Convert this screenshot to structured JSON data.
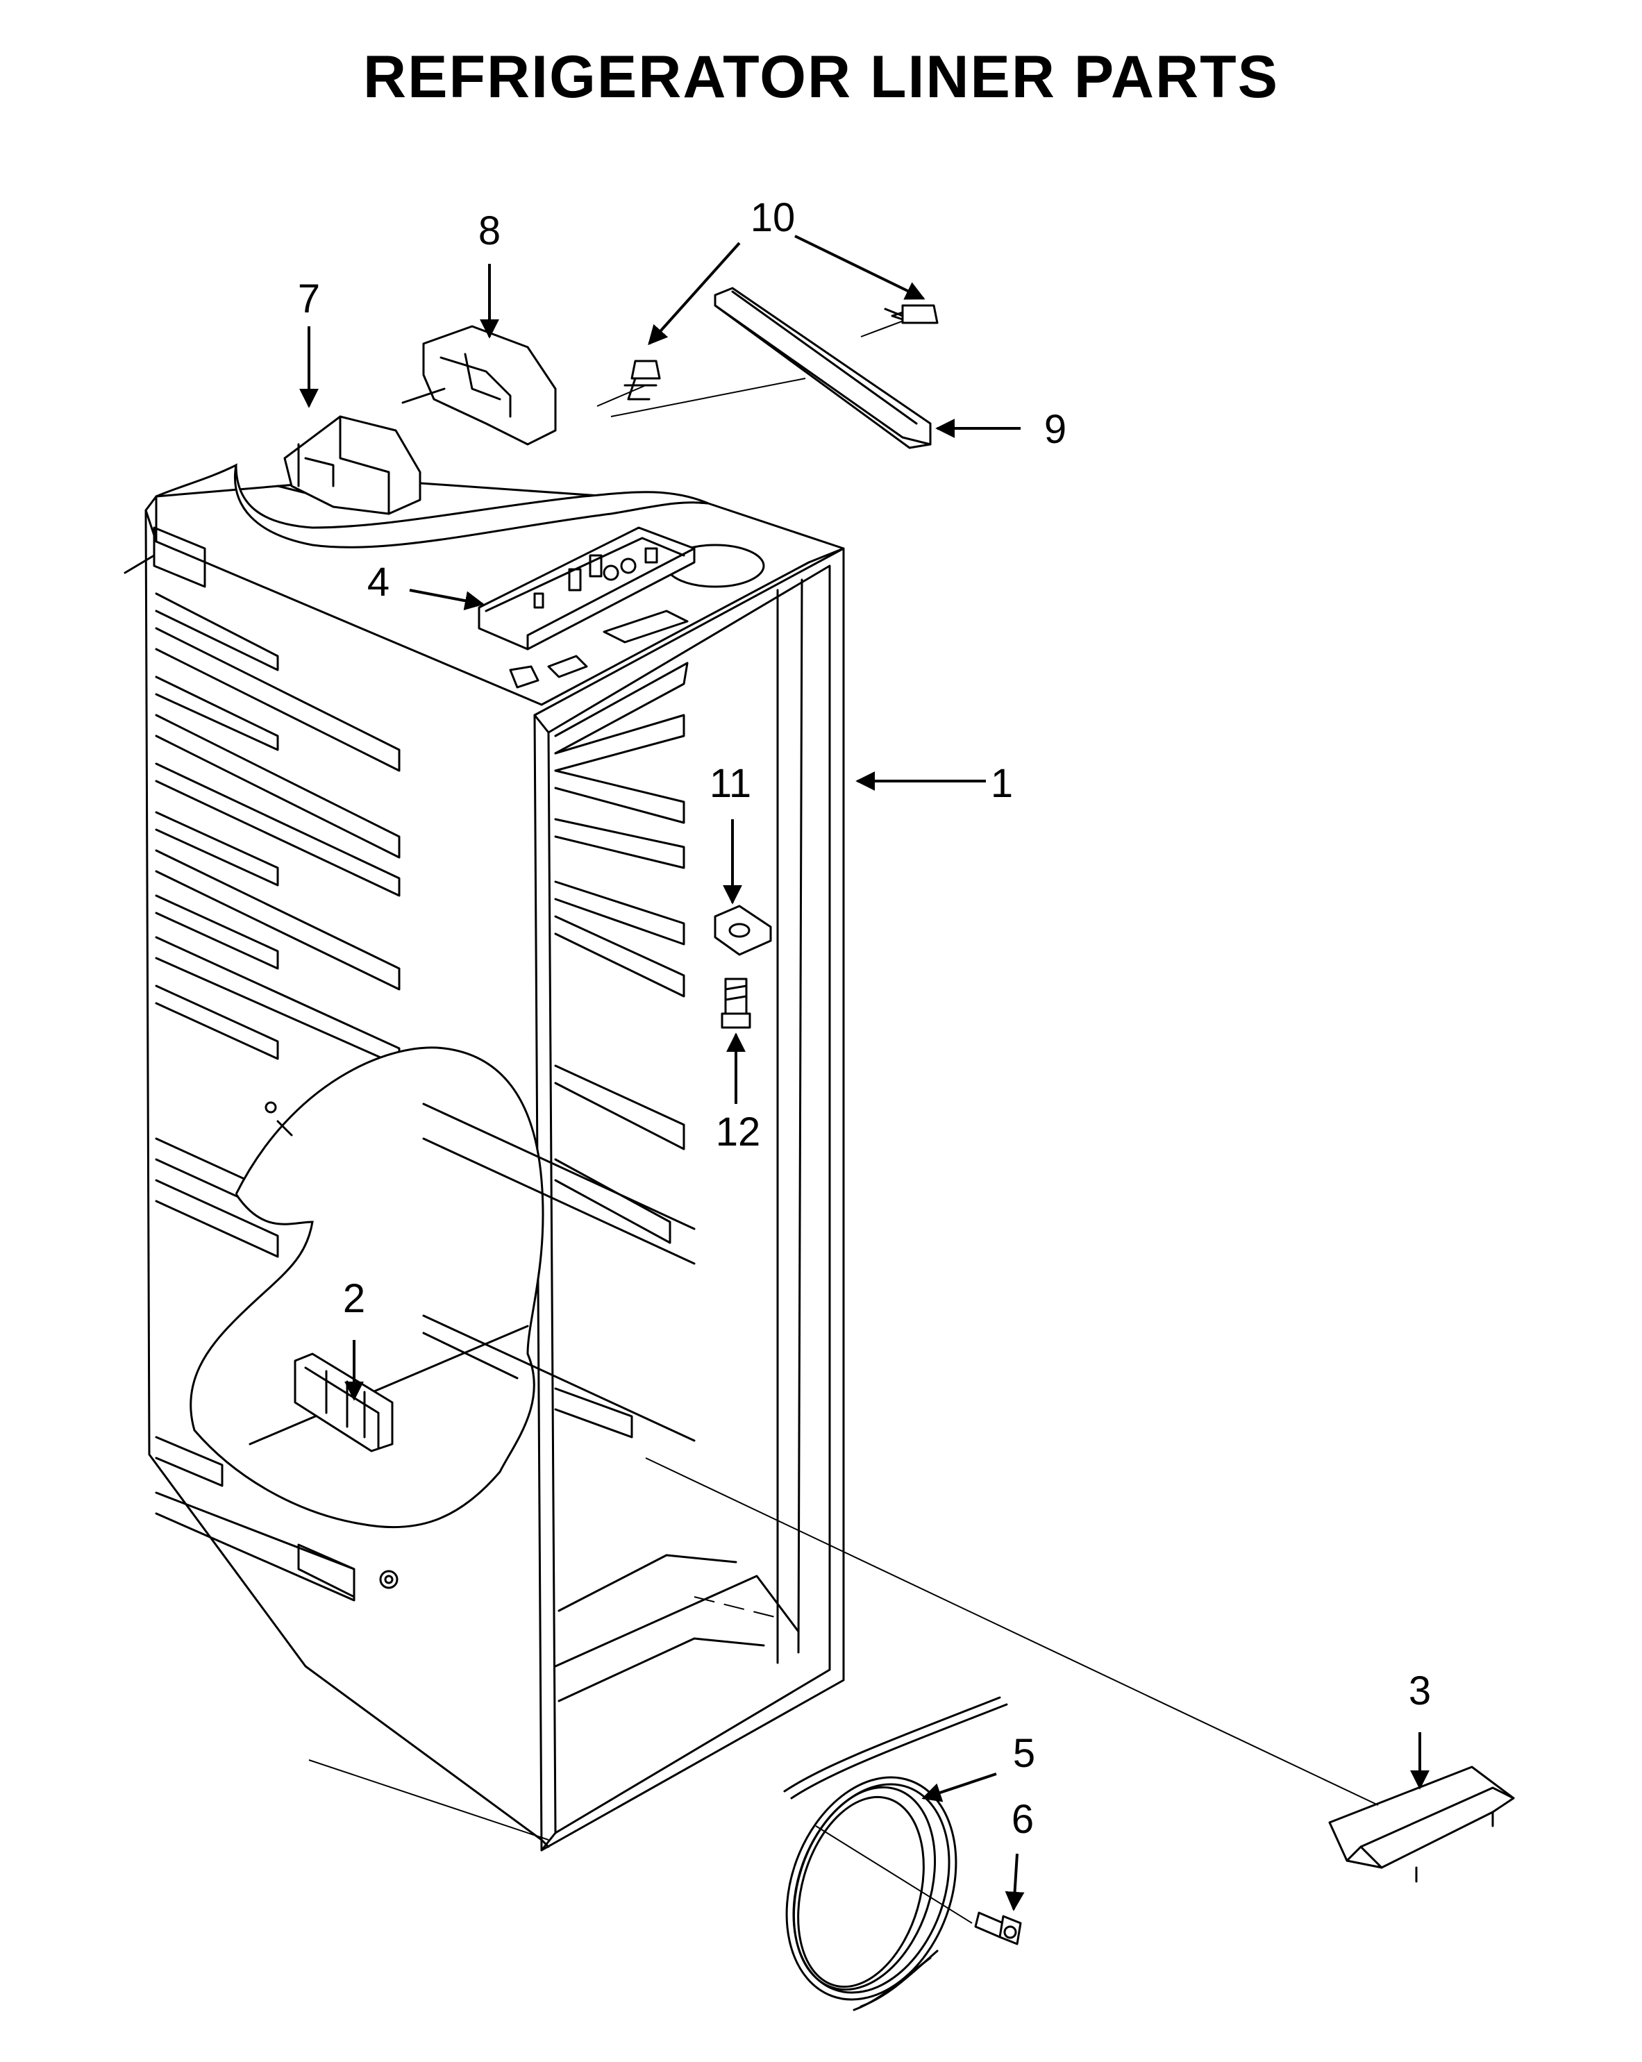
{
  "title": "REFRIGERATOR LINER PARTS",
  "callouts": [
    {
      "id": "c1",
      "number": "1"
    },
    {
      "id": "c2",
      "number": "2"
    },
    {
      "id": "c3",
      "number": "3"
    },
    {
      "id": "c4",
      "number": "4"
    },
    {
      "id": "c5",
      "number": "5"
    },
    {
      "id": "c6",
      "number": "6"
    },
    {
      "id": "c7",
      "number": "7"
    },
    {
      "id": "c8",
      "number": "8"
    },
    {
      "id": "c9",
      "number": "9"
    },
    {
      "id": "c10",
      "number": "10"
    },
    {
      "id": "c11",
      "number": "11"
    },
    {
      "id": "c12",
      "number": "12"
    }
  ]
}
